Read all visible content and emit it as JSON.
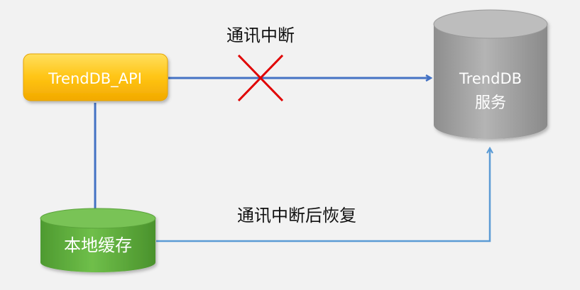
{
  "nodes": {
    "api": {
      "label": "TrendDB_API"
    },
    "server": {
      "label_line1": "TrendDB",
      "label_line2": "服务"
    },
    "cache": {
      "label": "本地缓存"
    }
  },
  "edges": {
    "interrupted": {
      "label": "通讯中断"
    },
    "recovered": {
      "label": "通讯中断后恢复"
    }
  },
  "colors": {
    "api_fill_top": "#ffd84a",
    "api_fill_bottom": "#f0a800",
    "server_fill": "#a6a6a6",
    "cache_fill": "#5cab3c",
    "edge_dark": "#4472c4",
    "edge_light": "#5b9bd5",
    "cross": "#e00000"
  }
}
